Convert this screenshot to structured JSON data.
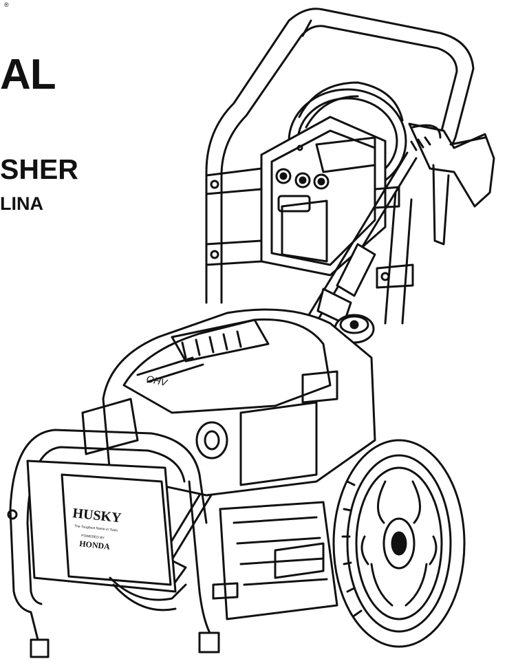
{
  "header": {
    "registered_mark": "®",
    "title_fragment": "AL",
    "subtitle_fragment": "SHER",
    "subtitle_fragment_2": "LINA"
  },
  "illustration": {
    "brand_logo_text": "HUSKY",
    "brand_tagline": "The Toughest Name in Tools",
    "powered_by": "POWERED BY",
    "engine_brand": "HONDA",
    "engine_label": "OHV"
  },
  "colors": {
    "line": "#111111",
    "fill": "#ffffff",
    "shade": "#cfcfcf"
  }
}
